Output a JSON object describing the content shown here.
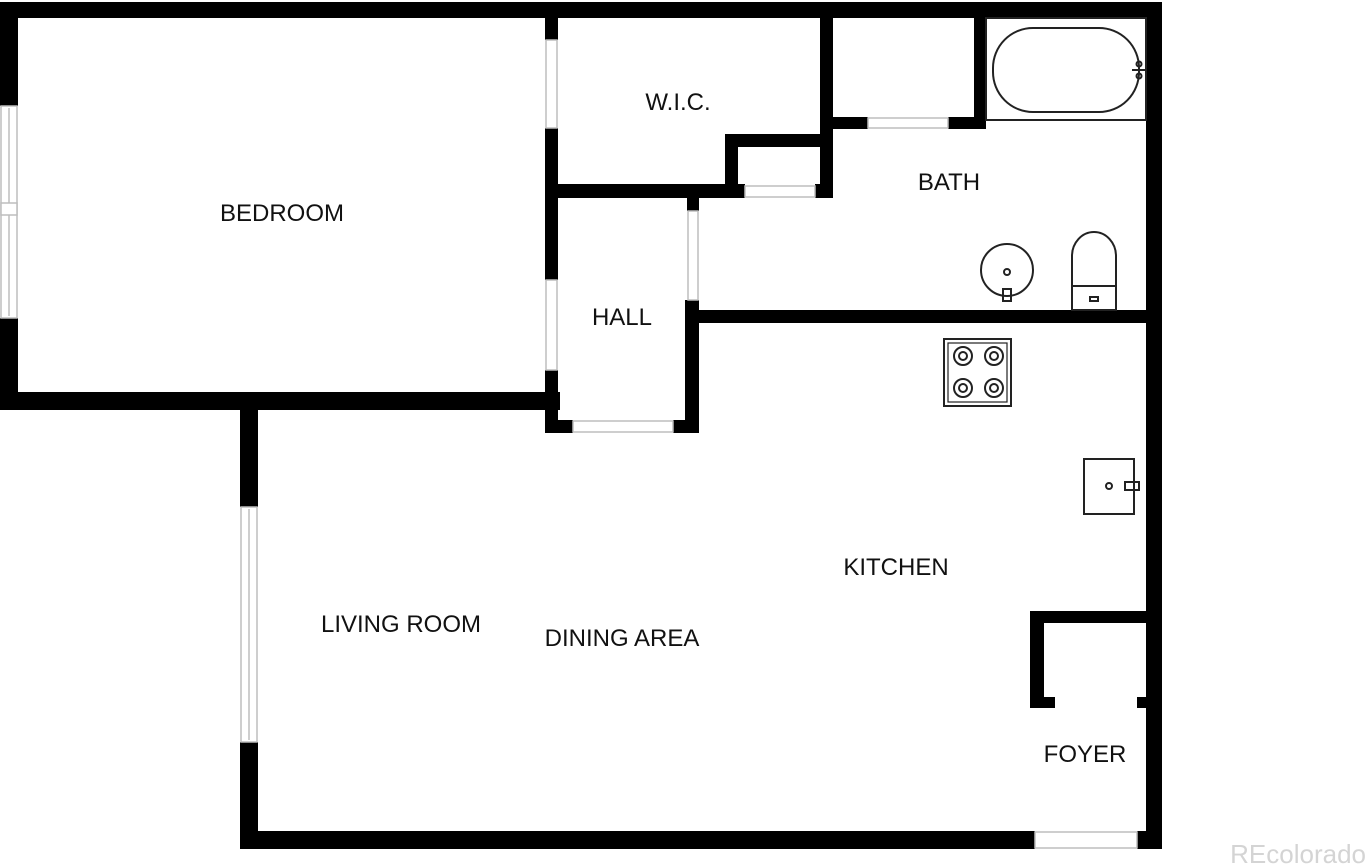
{
  "plan": {
    "colors": {
      "wall": "#000000",
      "fixture": "#222222",
      "window": "#bdbdbd",
      "background": "#ffffff"
    },
    "rooms": {
      "bedroom": "BEDROOM",
      "wic": "W.I.C.",
      "bath": "BATH",
      "hall": "HALL",
      "kitchen": "KITCHEN",
      "living_room": "LIVING ROOM",
      "dining_area": "DINING AREA",
      "foyer": "FOYER"
    },
    "watermark": "REcolorado"
  }
}
